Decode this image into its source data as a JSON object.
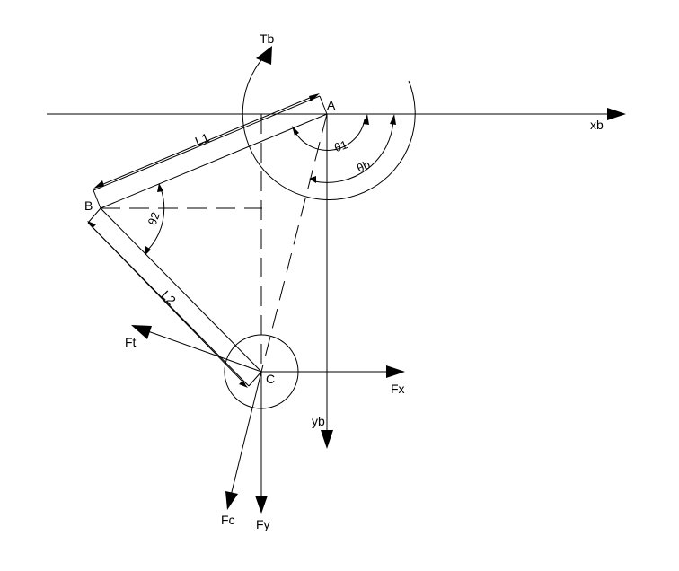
{
  "labels": {
    "point_a": "A",
    "point_b": "B",
    "point_c": "C",
    "link_1": "L1",
    "link_2": "L2",
    "axis_x": "xb",
    "axis_y": "yb",
    "torque": "Tb",
    "angle_1": "θ1",
    "angle_b": "θb",
    "angle_2": "θ2",
    "force_t": "Ft",
    "force_x": "Fx",
    "force_y": "Fy",
    "force_c": "Fc"
  }
}
